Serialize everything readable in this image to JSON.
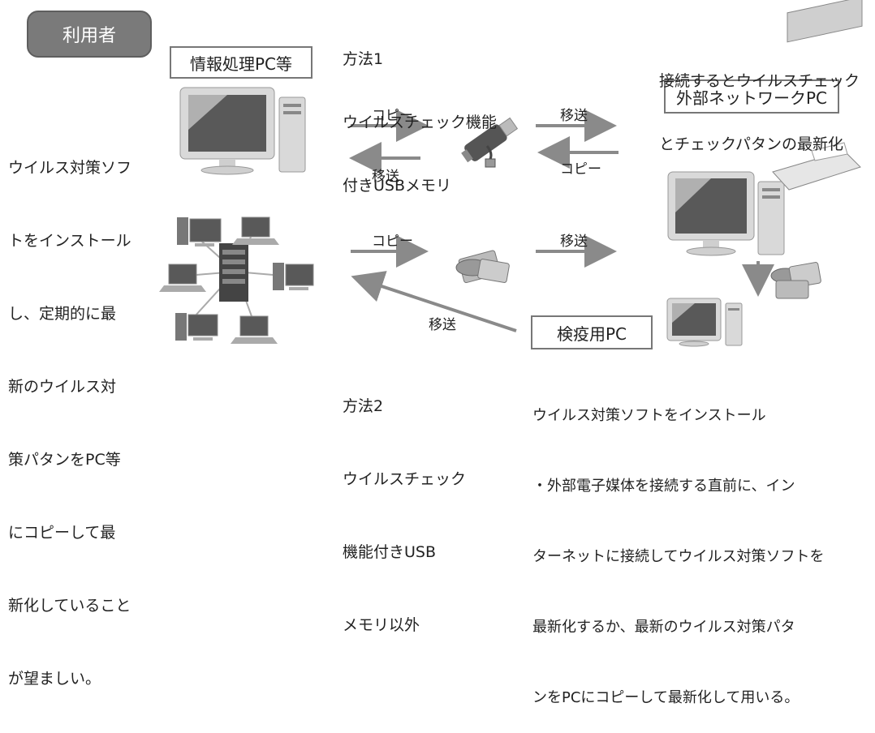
{
  "user_badge": "利用者",
  "box_info_pc": "情報処理PC等",
  "box_external_pc": "外部ネットワークPC",
  "box_quarantine_pc": "検疫用PC",
  "method1": [
    "方法1",
    "ウイルスチェック機能",
    "付きUSBメモリ"
  ],
  "external_note": [
    "接続するとウイルスチェック",
    "とチェックパタンの最新化"
  ],
  "left_note": [
    "ウイルス対策ソフ",
    "トをインストール",
    "し、定期的に最",
    "新のウイルス対",
    "策パタンをPC等",
    "にコピーして最",
    "新化していること",
    "が望ましい。"
  ],
  "arrow_labels": {
    "copy_top_left": "コピー",
    "transfer_top_left": "移送",
    "transfer_top_right": "移送",
    "copy_top_right": "コピー",
    "copy_mid_left": "コピー",
    "transfer_mid_right": "移送",
    "transfer_diag": "移送"
  },
  "method2": [
    "方法2",
    "ウイルスチェック",
    "機能付きUSB",
    "メモリ以外"
  ],
  "quarantine_note": [
    "ウイルス対策ソフトをインストール",
    "・外部電子媒体を接続する直前に、イン",
    "ターネットに接続してウイルス対策ソフトを",
    "最新化するか、最新のウイルス対策パタ",
    "ンをPCにコピーして最新化して用いる。"
  ],
  "colors": {
    "badge": "#7a7a7a",
    "arrow": "#8a8a8a",
    "device_body": "#d9d9d9",
    "screen": "#595959",
    "screen_highlight": "#b0b0b0"
  }
}
